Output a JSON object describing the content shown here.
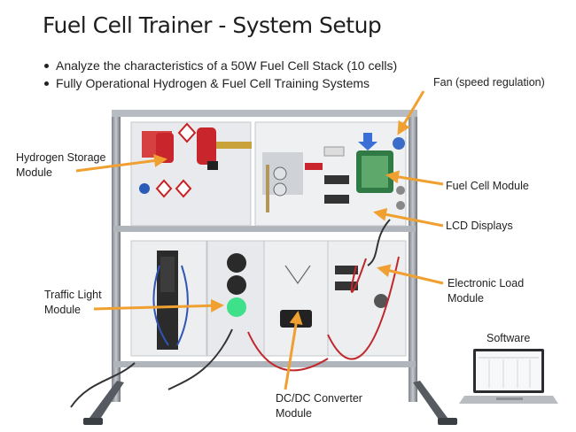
{
  "title": "Fuel Cell Trainer - System Setup",
  "bullets": [
    "Analyze the characteristics of a 50W Fuel Cell Stack (10 cells)",
    "Fully Operational Hydrogen & Fuel Cell Training Systems"
  ],
  "labels": {
    "fan": "Fan (speed regulation)",
    "hydrogen_line1": "Hydrogen Storage",
    "hydrogen_line2": "Module",
    "fuel_cell": "Fuel Cell Module",
    "lcd": "LCD Displays",
    "load_line1": "Electronic Load",
    "load_line2": "Module",
    "traffic_line1": "Traffic Light",
    "traffic_line2": "Module",
    "dcdc_line1": "DC/DC Converter",
    "dcdc_line2": "Module",
    "software": "Software"
  },
  "colors": {
    "arrow": "#f0a030",
    "frame": "#9aa0a6",
    "panel": "#e9ebee",
    "valve_red": "#c8262c",
    "traffic_green": "#3ee08a",
    "cable_red": "#c0282d",
    "cable_blue": "#2f55b5"
  }
}
